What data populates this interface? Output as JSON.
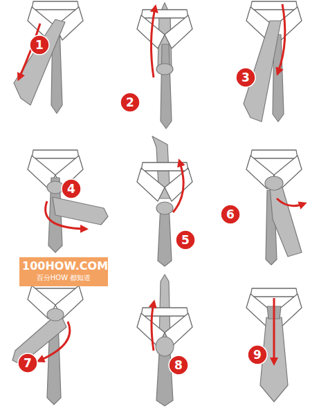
{
  "diagram": {
    "nodes": [
      {
        "text": [
          "100HOW.COM",
          "百分HOW 都知道"
        ]
      }
    ],
    "labels": [
      "1",
      "2",
      "3",
      "4",
      "5",
      "6",
      "7",
      "8",
      "9"
    ]
  }
}
